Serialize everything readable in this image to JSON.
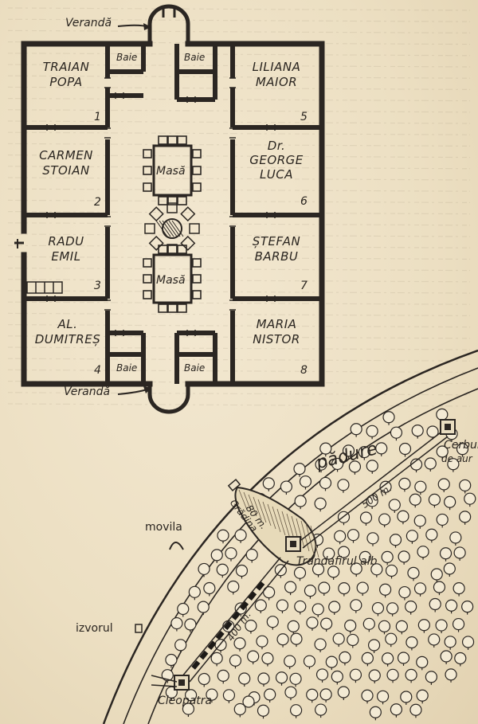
{
  "house": {
    "veranda_top": "Verandă",
    "veranda_bottom": "Verandă",
    "bath": "Baie",
    "table": "Masă",
    "rooms": [
      {
        "name_line1": "TRAIAN",
        "name_line2": "POPA",
        "number": "1"
      },
      {
        "name_line1": "CARMEN",
        "name_line2": "STOIAN",
        "number": "2"
      },
      {
        "name_line1": "RADU",
        "name_line2": "EMIL",
        "number": "3"
      },
      {
        "name_line1": "AL.",
        "name_line2": "DUMITREȘ",
        "number": "4"
      },
      {
        "name_line1": "LILIANA",
        "name_line2": "MAIOR",
        "number": "5"
      },
      {
        "name_line1": "Dr.",
        "name_line2": "GEORGE",
        "name_line3": "LUCA",
        "number": "6"
      },
      {
        "name_line1": "ȘTEFAN",
        "name_line2": "BARBU",
        "number": "7"
      },
      {
        "name_line1": "MARIA",
        "name_line2": "NISTOR",
        "number": "8"
      }
    ]
  },
  "map": {
    "forest": "pădure",
    "garden": "Grădina",
    "garden_distance": "80 m.",
    "path_distance_1": "500 m.",
    "path_distance_2": "400 m.",
    "cerbul_line1": "Cerbul",
    "cerbul_line2": "de aur",
    "trandafirul": "Trandafirul alb",
    "movila": "movila",
    "izvorul": "izvorul",
    "cleopatra": "Cleopatra"
  }
}
